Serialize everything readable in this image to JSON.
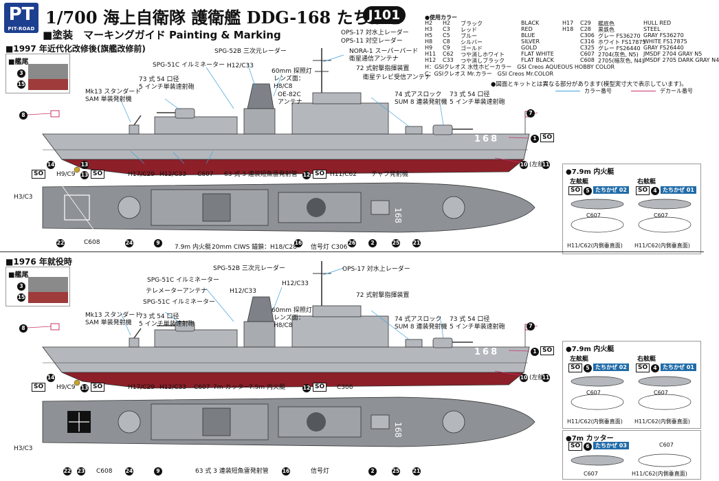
{
  "header": {
    "logo_letters": "PT",
    "logo_text": "PIT-ROAD",
    "title": "1/700 海上自衛隊 護衛艦 DDG-168 たちかぜ",
    "code": "J101",
    "subtitle": "■塗装　マーキングガイド Painting & Marking"
  },
  "legend": {
    "heading": "●使用カラー",
    "left_rows": [
      [
        "H2",
        "H2",
        "ブラック",
        "BLACK"
      ],
      [
        "H3",
        "C3",
        "レッド",
        "RED"
      ],
      [
        "H5",
        "C5",
        "ブルー",
        "BLUE"
      ],
      [
        "H8",
        "C8",
        "シルバー",
        "SILVER"
      ],
      [
        "H9",
        "C9",
        "ゴールド",
        "GOLD"
      ],
      [
        "H11",
        "C62",
        "つや消しホワイト",
        "FLAT WHITE"
      ],
      [
        "H12",
        "C33",
        "つや消しブラック",
        "FLAT BLACK"
      ]
    ],
    "right_rows": [
      [
        "H17",
        "C29",
        "艦底色",
        "HULL RED"
      ],
      [
        "H18",
        "C28",
        "黒鉄色",
        "STEEL"
      ],
      [
        "",
        "C306",
        "グレー FS36270",
        "GRAY FS36270"
      ],
      [
        "",
        "C316",
        "ホワイト FS17875",
        "WHITE FS17875"
      ],
      [
        "",
        "C325",
        "グレー FS26440",
        "GRAY FS26440"
      ],
      [
        "",
        "C607",
        "2704(灰色, N5)",
        "JMSDF 2704 GRAY N5"
      ],
      [
        "",
        "C608",
        "2705(暗灰色, N4)",
        "JMSDF 2705 DARK GRAY N4"
      ]
    ],
    "note_h": "H：GSIクレオス 水性ホビーカラー　GSI Creos AQUEOUS HOBBY COLOR",
    "note_c": "C：GSIクレオス Mr.カラー　GSI Creos Mr.COLOR",
    "diagram_note": "●図面とキットとは異なる部分があります(模型実寸大で表示しています)。",
    "color_key": "カラー番号",
    "decal_key": "デカール番号",
    "color_key_color": "#3fa0d8",
    "decal_key_color": "#c8326a"
  },
  "section1": {
    "heading": "■1997 年近代化改修後(旗艦改修前)",
    "inset_label": "■艦尾",
    "labels": {
      "ops17": "OPS-17 対水上レーダー",
      "ops11": "OPS-11 対空レーダー",
      "nora1": "NORA-1 スーパーバード",
      "sat_antenna": "衛星通信アンテナ",
      "fcs72": "72 式射撃指揮装置",
      "satv": "衛星テレビ受信アンテナ",
      "spg52b": "SPG-52B 三次元レーダー",
      "spg51c": "SPG-51C イルミネーター",
      "h12c33_top": "H12/C33",
      "searchlight": "60mm 探照灯",
      "lens": "レンズ面：",
      "lens_color": "H8/C8",
      "oe82c": "OE-82C",
      "oe82c_2": "アンテナ",
      "gun_rear": "73 式 54 口径",
      "gun_rear_2": "5 インチ単装速射砲",
      "mk13": "Mk13 スタンダード",
      "mk13_2": "SAM 単装発射機",
      "asroc": "74 式アスロック",
      "asroc_2": "SUM 8 連装発射機",
      "gun_fwd": "73 式 54 口径",
      "gun_fwd_2": "5 インチ単装速射砲",
      "hull_number": "168",
      "h9c9": "H9/C9",
      "h17c29": "H17/C29",
      "h12c33": "H12/C33",
      "c607": "C607",
      "torpedo": "63 式 3 連装短魚雷発射管",
      "h11c62": "H11/C62",
      "chaff": "チャフ発射機",
      "both_sides": "(左舷",
      "h3c3": "H3/C3",
      "c608": "C608",
      "boat79": "7.9m 内火艇",
      "ciws": "20mm CIWS",
      "hawse": "錨鎖：H18/C28",
      "signal": "信号灯",
      "c306": "C306"
    }
  },
  "section2": {
    "heading": "■1976 年就役時",
    "inset_label": "■艦尾",
    "labels": {
      "ops17": "OPS-17 対水上レーダー",
      "spg52b": "SPG-52B 三次元レーダー",
      "spg51c_a": "SPG-51C イルミネーター",
      "telemeter": "テレメーターアンテナ",
      "spg51c_b": "SPG-51C イルミネーター",
      "h12c33_top": "H12/C33",
      "fcs72": "72 式射撃指揮装置",
      "searchlight": "60mm 探照灯",
      "lens": "レンズ面：",
      "lens_color": "H8/C8",
      "mk13": "Mk13 スタンダード",
      "mk13_2": "SAM 単装発射機",
      "gun_rear": "73 式 54 口径",
      "gun_rear_2": "5 インチ単装速射砲",
      "asroc": "74 式アスロック",
      "asroc_2": "SUM 8 連装発射機",
      "gun_fwd": "73 式 54 口径",
      "gun_fwd_2": "5 インチ単装速射砲",
      "hull_number": "168",
      "h9c9": "H9/C9",
      "h17c29": "H17/C29",
      "h12c33": "H12/C33",
      "c607": "C607",
      "cutter7": "7m カッター",
      "boat79": "7.9m 内火艇",
      "c306": "C306",
      "both_sides": "(左舷",
      "h3c3": "H3/C3",
      "c608": "C608",
      "torpedo": "63 式 3 連装短魚雷発射管",
      "signal": "信号灯"
    }
  },
  "boat_panels": {
    "boat79_title": "●7.9m 内火艇",
    "port": "左舷艇",
    "starboard": "右舷艇",
    "so": "SO",
    "decal_port": "たちかぜ 02",
    "decal_starboard": "たちかぜ 01",
    "c607": "C607",
    "bottom": "H11/C62(内側垂直面)",
    "cutter_title": "●7m カッター",
    "decal_cutter": "たちかぜ 03",
    "c607_b": "C607",
    "bottom_cutter": "H11/C62(内側垂直面)",
    "num_port": "5",
    "num_starboard": "4",
    "num_cutter": "6"
  },
  "numbers": {
    "n1": "1",
    "n2": "2",
    "n3": "3",
    "n7": "7",
    "n8": "8",
    "n9": "9",
    "n10": "10",
    "n11": "11",
    "n12": "12",
    "n13": "13",
    "n14": "14",
    "n15": "15",
    "n16": "16",
    "n21": "21",
    "n22": "22",
    "n23": "23",
    "n24": "24",
    "n25": "25",
    "n26": "26"
  },
  "so_label": "SO"
}
